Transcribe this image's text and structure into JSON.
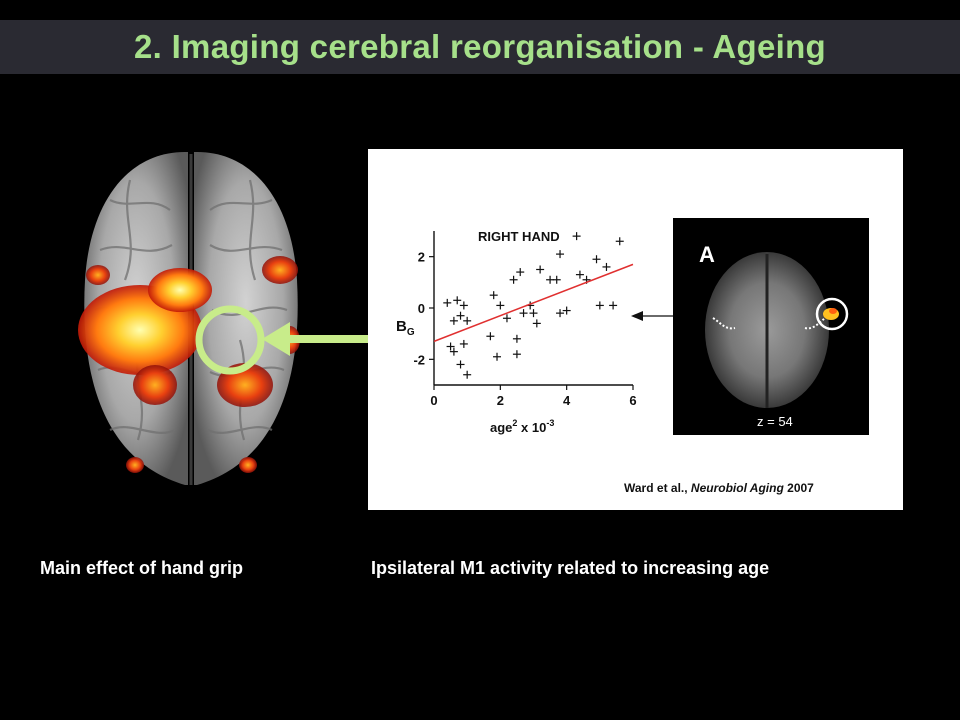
{
  "slide": {
    "title": "2. Imaging cerebral reorganisation - Ageing",
    "caption_left": "Main effect of hand grip",
    "caption_right": "Ipsilateral M1 activity related to increasing age"
  },
  "citation": {
    "authors": "Ward et al.,",
    "journal": "Neurobiol Aging",
    "year": "2007"
  },
  "axial_image": {
    "panel_label": "A",
    "z_label": "z = 54"
  },
  "colors": {
    "title": "#a6e08a",
    "title_bar": "#2a2a32",
    "highlight_circle": "#c8ec8a",
    "regression_line": "#e03030"
  },
  "chart_data": {
    "type": "scatter",
    "title": "RIGHT HAND",
    "xlabel": "age² x 10⁻³",
    "ylabel": "BG",
    "xlim": [
      0,
      6
    ],
    "ylim": [
      -3,
      3
    ],
    "x_ticks": [
      0,
      2,
      4,
      6
    ],
    "y_ticks": [
      -2,
      0,
      2
    ],
    "points": [
      [
        0.4,
        0.2
      ],
      [
        0.5,
        -1.5
      ],
      [
        0.6,
        -1.7
      ],
      [
        0.6,
        -0.5
      ],
      [
        0.7,
        0.3
      ],
      [
        0.8,
        -0.3
      ],
      [
        0.8,
        -2.2
      ],
      [
        0.9,
        0.1
      ],
      [
        0.9,
        -1.4
      ],
      [
        1.0,
        -0.5
      ],
      [
        1.0,
        -2.6
      ],
      [
        1.7,
        -1.1
      ],
      [
        1.8,
        0.5
      ],
      [
        1.9,
        -1.9
      ],
      [
        2.0,
        0.1
      ],
      [
        2.2,
        -0.4
      ],
      [
        2.4,
        1.1
      ],
      [
        2.5,
        -1.2
      ],
      [
        2.5,
        -1.8
      ],
      [
        2.6,
        1.4
      ],
      [
        2.7,
        -0.2
      ],
      [
        2.9,
        0.1
      ],
      [
        3.0,
        -0.2
      ],
      [
        3.1,
        -0.6
      ],
      [
        3.2,
        1.5
      ],
      [
        3.5,
        1.1
      ],
      [
        3.7,
        1.1
      ],
      [
        3.8,
        -0.2
      ],
      [
        3.8,
        2.1
      ],
      [
        4.0,
        -0.1
      ],
      [
        4.3,
        2.8
      ],
      [
        4.4,
        1.3
      ],
      [
        4.6,
        1.1
      ],
      [
        4.9,
        1.9
      ],
      [
        5.0,
        0.1
      ],
      [
        5.2,
        1.6
      ],
      [
        5.4,
        0.1
      ],
      [
        5.6,
        2.6
      ]
    ],
    "regression": {
      "x": [
        0,
        6
      ],
      "y": [
        -1.3,
        1.7
      ]
    }
  }
}
